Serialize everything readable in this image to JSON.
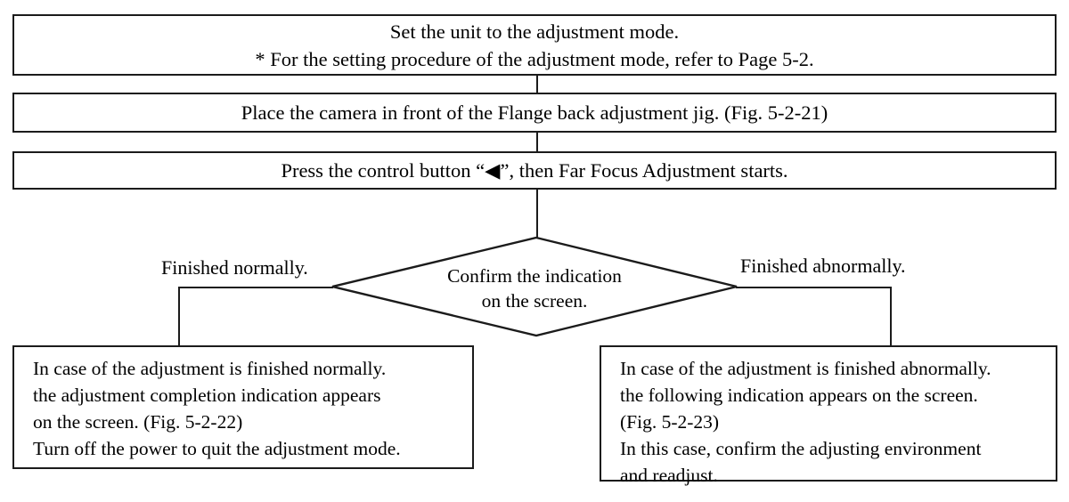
{
  "diagram": {
    "title": "Far Focus / Flange Back Adjustment Procedure",
    "type": "flowchart",
    "ink_color": "#1b1b1b",
    "background_color": "#ffffff"
  },
  "steps": [
    {
      "id": "step-1",
      "shape": "process",
      "lines": [
        "Set the unit to the adjustment mode.",
        "* For the setting procedure of the adjustment mode, refer to Page 5-2."
      ]
    },
    {
      "id": "step-2",
      "shape": "process",
      "lines": [
        "Place the camera in front of the Flange back adjustment jig. (Fig. 5-2-21)"
      ]
    },
    {
      "id": "step-3",
      "shape": "process",
      "lines": [
        "Press the control button “◀”, then Far Focus Adjustment starts."
      ]
    }
  ],
  "decision": {
    "id": "decision-1",
    "shape": "diamond",
    "lines": [
      "Confirm the indication",
      "on the screen."
    ]
  },
  "branches": {
    "left_label": "Finished normally.",
    "right_label": "Finished abnormally."
  },
  "outcomes": [
    {
      "id": "outcome-normal",
      "shape": "process",
      "align": "left",
      "lines": [
        "In case of the adjustment is finished normally.",
        "the adjustment completion indication appears",
        "on the screen. (Fig. 5-2-22)",
        "Turn off the power to quit the adjustment mode."
      ]
    },
    {
      "id": "outcome-abnormal",
      "shape": "process",
      "align": "left",
      "lines": [
        "In case of the adjustment is finished abnormally.",
        "the following indication appears on the screen.",
        "(Fig. 5-2-23)",
        "In this case, confirm the adjusting environment",
        "and readjust."
      ]
    }
  ]
}
